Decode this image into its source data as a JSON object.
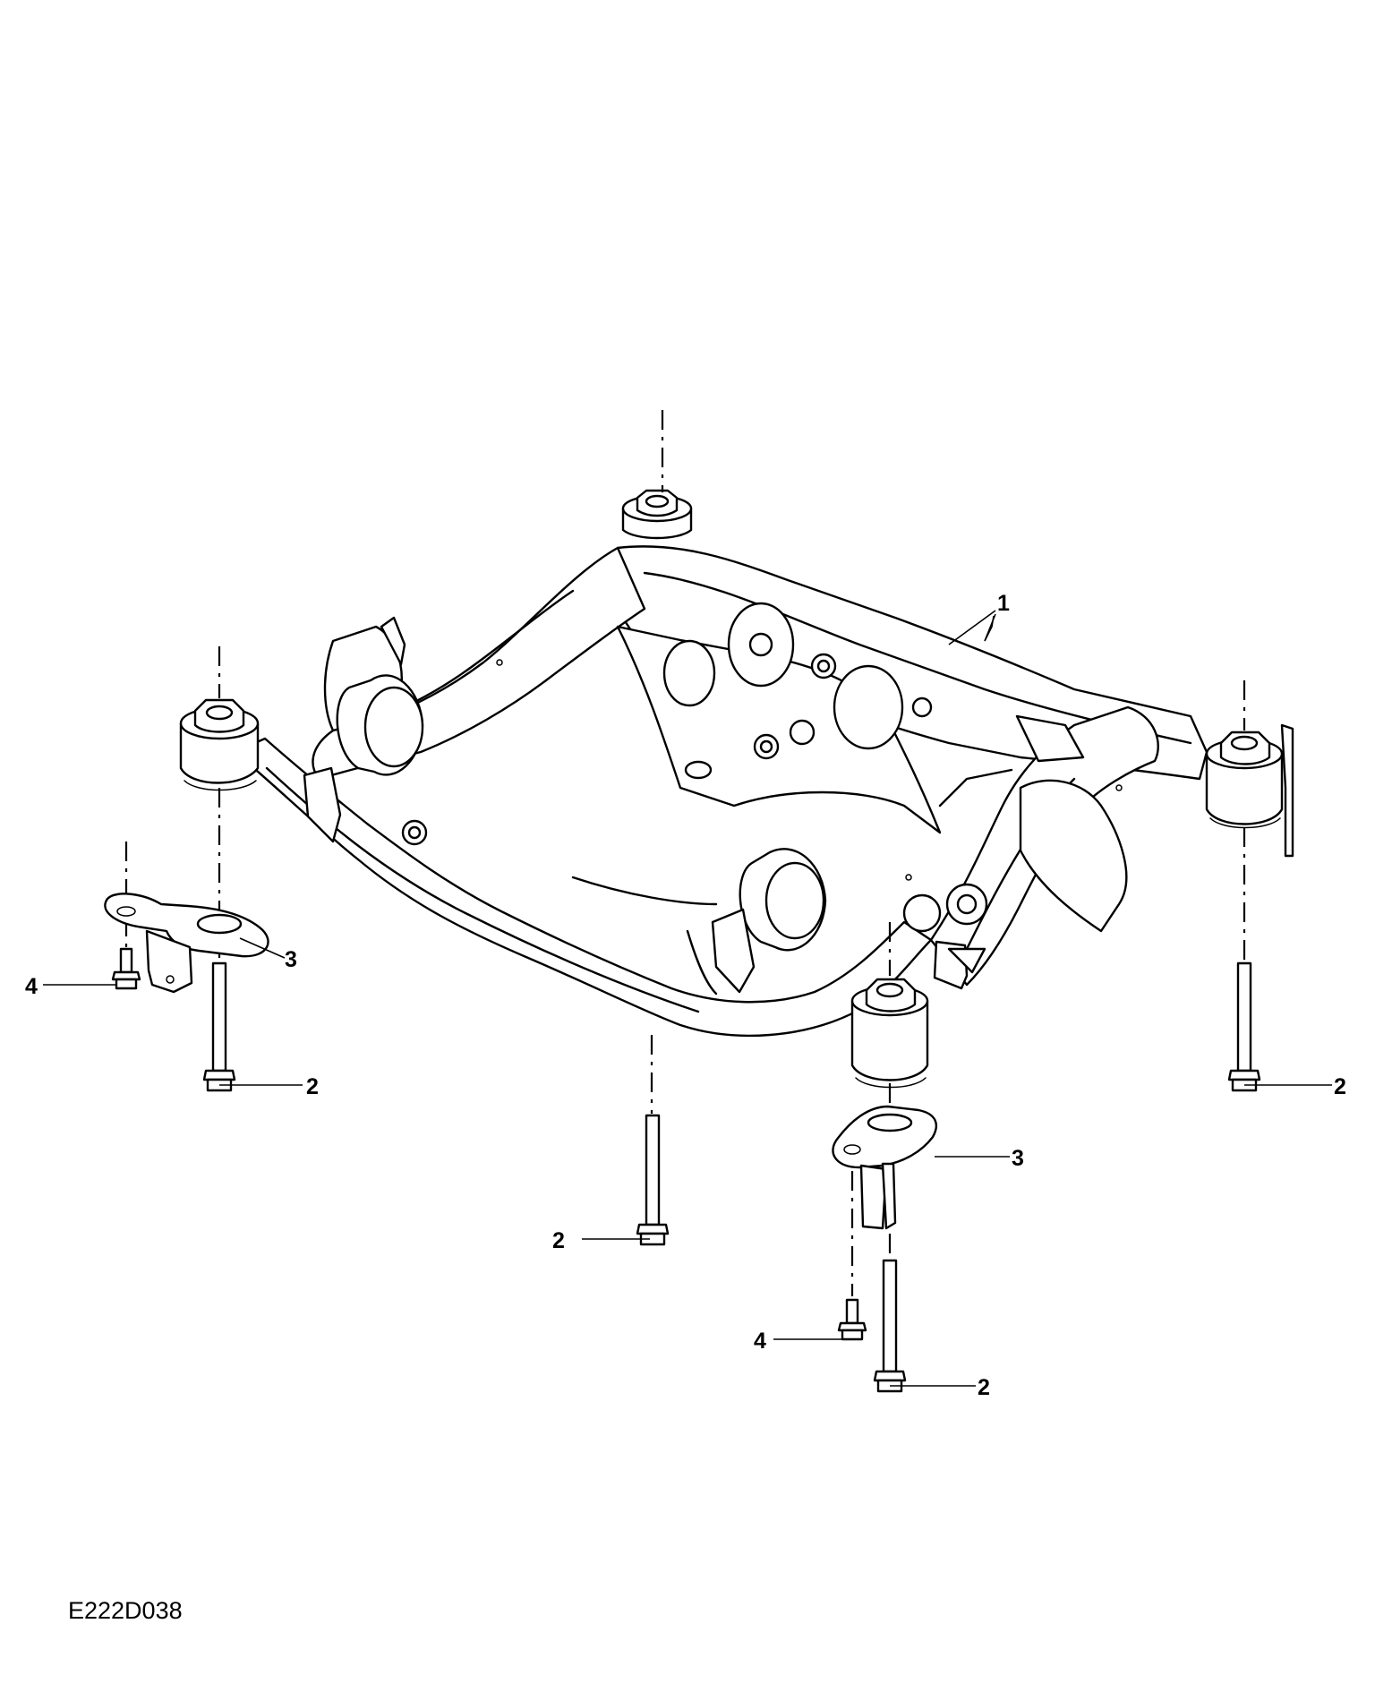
{
  "figure": {
    "reference_code": "E222D038",
    "callouts": {
      "c1": "1",
      "c2a": "2",
      "c2b": "2",
      "c2c": "2",
      "c2d": "2",
      "c3a": "3",
      "c3b": "3",
      "c4a": "4",
      "c4b": "4"
    }
  }
}
